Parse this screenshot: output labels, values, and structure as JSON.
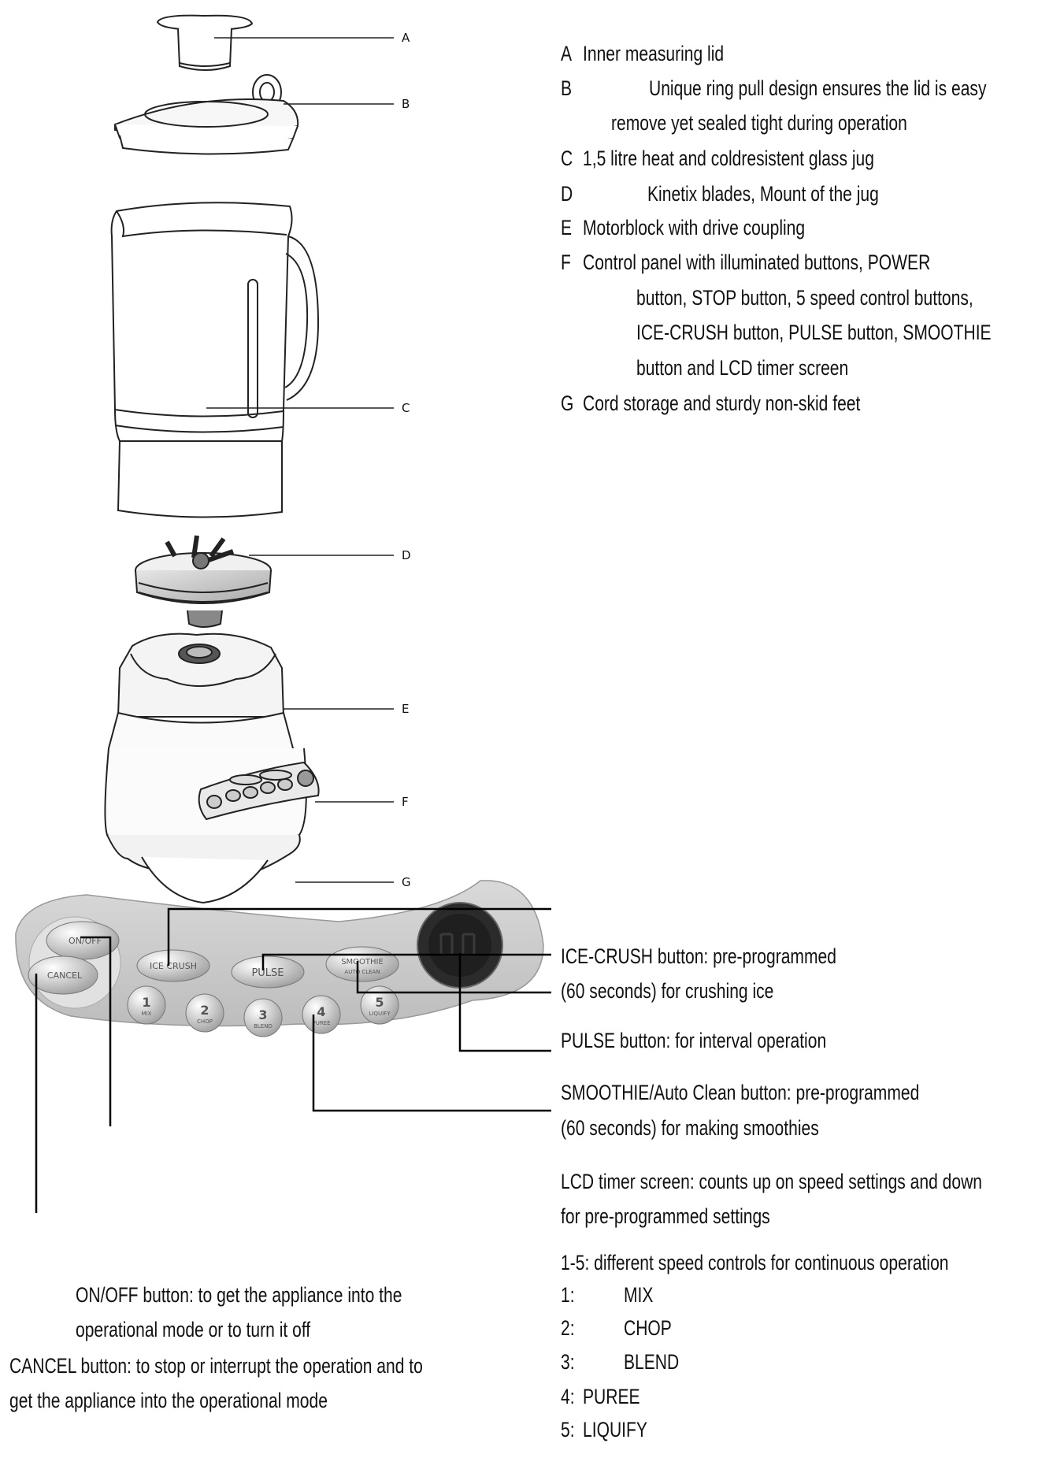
{
  "callout_letters": [
    "A",
    "B",
    "C",
    "D",
    "E",
    "F",
    "G"
  ],
  "parts_legend": [
    {
      "letter": "A",
      "text": "Inner measuring lid"
    },
    {
      "letter": "B",
      "text": "Unique ring pull design ensures the lid is easy",
      "cont": [
        "remove yet sealed tight during operation"
      ]
    },
    {
      "letter": "C",
      "text": "1,5 litre heat and coldresistent glass jug"
    },
    {
      "letter": "D",
      "text": "Kinetix blades, Mount of the jug"
    },
    {
      "letter": "E",
      "text": "Motorblock with drive coupling"
    },
    {
      "letter": "F",
      "text": "Control panel with illuminated buttons,  POWER",
      "cont": [
        "button, STOP button, 5 speed control buttons,",
        "ICE-CRUSH button, PULSE button, SMOOTHIE",
        "button and LCD timer screen"
      ]
    },
    {
      "letter": "G",
      "text": "Cord storage and sturdy non-skid feet"
    }
  ],
  "panel_buttons": {
    "on_off": "ON/OFF",
    "cancel": "CANCEL",
    "ice_crush": "ICE CRUSH",
    "pulse": "PULSE",
    "smoothie": "SMOOTHIE",
    "smoothie_sub": "AUTO CLEAN",
    "speeds": [
      {
        "num": "1",
        "label": "MIX"
      },
      {
        "num": "2",
        "label": "CHOP"
      },
      {
        "num": "3",
        "label": "BLEND"
      },
      {
        "num": "4",
        "label": "PUREE"
      },
      {
        "num": "5",
        "label": "LIQUIFY"
      }
    ]
  },
  "panel_annotations": {
    "ice_crush": [
      "ICE-CRUSH button: pre-programmed",
      "(60 seconds) for crushing ice"
    ],
    "pulse": [
      "PULSE button: for interval operation"
    ],
    "smoothie": [
      "SMOOTHIE/Auto Clean button: pre-programmed",
      "(60 seconds) for making smoothies"
    ],
    "lcd": [
      "LCD timer screen: counts up on speed settings and down",
      "for pre-programmed settings"
    ],
    "speeds_heading": "1-5:   different speed controls for continuous operation",
    "speeds_list": [
      {
        "num": "1:",
        "name": "MIX"
      },
      {
        "num": "2:",
        "name": "CHOP"
      },
      {
        "num": "3:",
        "name": "BLEND"
      },
      {
        "num": "4:",
        "name": "PUREE"
      },
      {
        "num": "5:",
        "name": "LIQUIFY"
      }
    ],
    "on_off": [
      "ON/OFF button: to get the appliance into the",
      "operational mode or to turn it off"
    ],
    "cancel": [
      "CANCEL button: to stop or interrupt the operation and to",
      "get the appliance into the operational mode"
    ]
  }
}
